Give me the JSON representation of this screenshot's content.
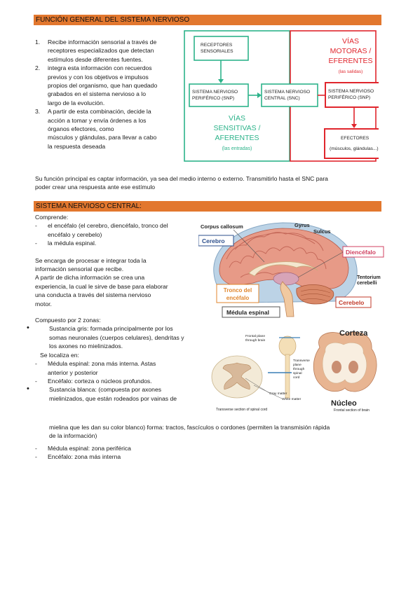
{
  "section1": {
    "title": "FUNCIÓN GENERAL DEL SISTEMA NERVIOSO",
    "steps": [
      {
        "num": "1.",
        "lines": [
          "Recibe información sensorial a través de",
          "receptores especializados que detectan",
          "estímulos desde diferentes fuentes."
        ]
      },
      {
        "num": "2.",
        "lines": [
          "integra esta información con recuerdos",
          "previos y con los objetivos e impulsos",
          "propios del organismo, que han quedado",
          "grabados en el sistema nervioso a lo",
          "largo de la evolución."
        ]
      },
      {
        "num": "3.",
        "lines": [
          "A partir de esta combinación, decide la",
          "acción a tomar y envía órdenes a los",
          "órganos efectores, como",
          "músculos y glándulas, para llevar a cabo",
          "la respuesta deseada"
        ]
      }
    ],
    "summary": [
      "Su función principal es captar información, ya sea del medio interno o externo. Transmitirlo hasta el SNC para",
      "poder crear una respuesta ante ese estímulo"
    ],
    "diagram": {
      "receptores": [
        "RECEPTORES",
        "SENSORIALES"
      ],
      "snp_left": [
        "SISTEMA NERVIOSO",
        "PERIFÉRICO (SNP)"
      ],
      "snc": [
        "SISTEMA NERVIOSO",
        "CENTRAL (SNC)"
      ],
      "snp_right": [
        "SISTEMA NERVIOSO",
        "PERIFÉRICO (SNP)"
      ],
      "efectores": [
        "EFECTORES",
        "(músculos, glándulas...)"
      ],
      "vias_sens": [
        "VÍAS",
        "SENSITIVAS /",
        "AFERENTES"
      ],
      "vias_sens_note": "(las entradas)",
      "vias_mot": [
        "VÍAS",
        "MOTORAS /",
        "EFERENTES"
      ],
      "vias_mot_note": "(las salidas)",
      "colors": {
        "teal": "#2db38a",
        "red": "#e0262d"
      }
    }
  },
  "section2": {
    "title": "SISTEMA NERVIOSO CENTRAL:",
    "comprende": "Comprende:",
    "items": [
      {
        "mark": "-",
        "lines": [
          "el encéfalo (el cerebro, diencéfalo, tronco del",
          "encéfalo y cerebelo)"
        ]
      },
      {
        "mark": "-",
        "lines": [
          "la médula espinal."
        ]
      }
    ],
    "para1": [
      "Se encarga de procesar e integrar toda la",
      "información sensorial que recibe."
    ],
    "para2": [
      "A partir de dicha información se crea una",
      "experiencia, la cual le sirve de base para elaborar",
      "una conducta a través del sistema nervioso",
      "motor."
    ],
    "zonas": "Compuesto por 2 zonas:",
    "gris": {
      "lines": [
        "Sustancia gris: formada principalmente por los",
        "somas neuronales (cuerpos celulares), dendritas y",
        "los axones no mielinizados."
      ],
      "localiza": "Se localiza en:",
      "sub": [
        {
          "mark": "-",
          "lines": [
            "Médula espinal: zona más interna. Astas",
            "anterior y posterior"
          ]
        },
        {
          "mark": "-",
          "lines": [
            "Encéfalo: corteza o núcleos profundos."
          ]
        }
      ]
    },
    "blanca": {
      "lines": [
        "Sustancia blanca: (compuesta por axones",
        "mielinizados, que están rodeados por vainas de"
      ],
      "wide_lines": [
        "mielina que les dan su color blanco) forma: tractos, fascículos o cordones (permiten la transmisión rápida",
        "de la información)"
      ],
      "sub": [
        {
          "mark": "-",
          "lines": [
            "Médula espinal: zona periférica"
          ]
        },
        {
          "mark": "-",
          "lines": [
            "Encéfalo: zona más interna"
          ]
        }
      ]
    },
    "brain_labels": {
      "corpus": "Corpus callosum",
      "gyrus": "Gyrus",
      "sulcus": "Sulcus",
      "cerebro": "Cerebro",
      "diencefalo": "Diencéfalo",
      "tentorium": [
        "Tentorium",
        "cerebelli"
      ],
      "tronco": [
        "Tronco del",
        "encéfalo"
      ],
      "cerebelo": "Cerebelo",
      "medula": "Médula espinal"
    },
    "section_labels": {
      "corteza": "Corteza",
      "nucleo": "Núcleo",
      "frontal_plane": [
        "Frontal plane",
        "through brain"
      ],
      "transverse_plane": [
        "Transverse",
        "plane",
        "through",
        "spinal",
        "cord"
      ],
      "gray": "Gray matter",
      "white": "White matter",
      "transverse_section": "Transverse section of spinal cord",
      "frontal_section": "Frontal section of brain"
    }
  }
}
